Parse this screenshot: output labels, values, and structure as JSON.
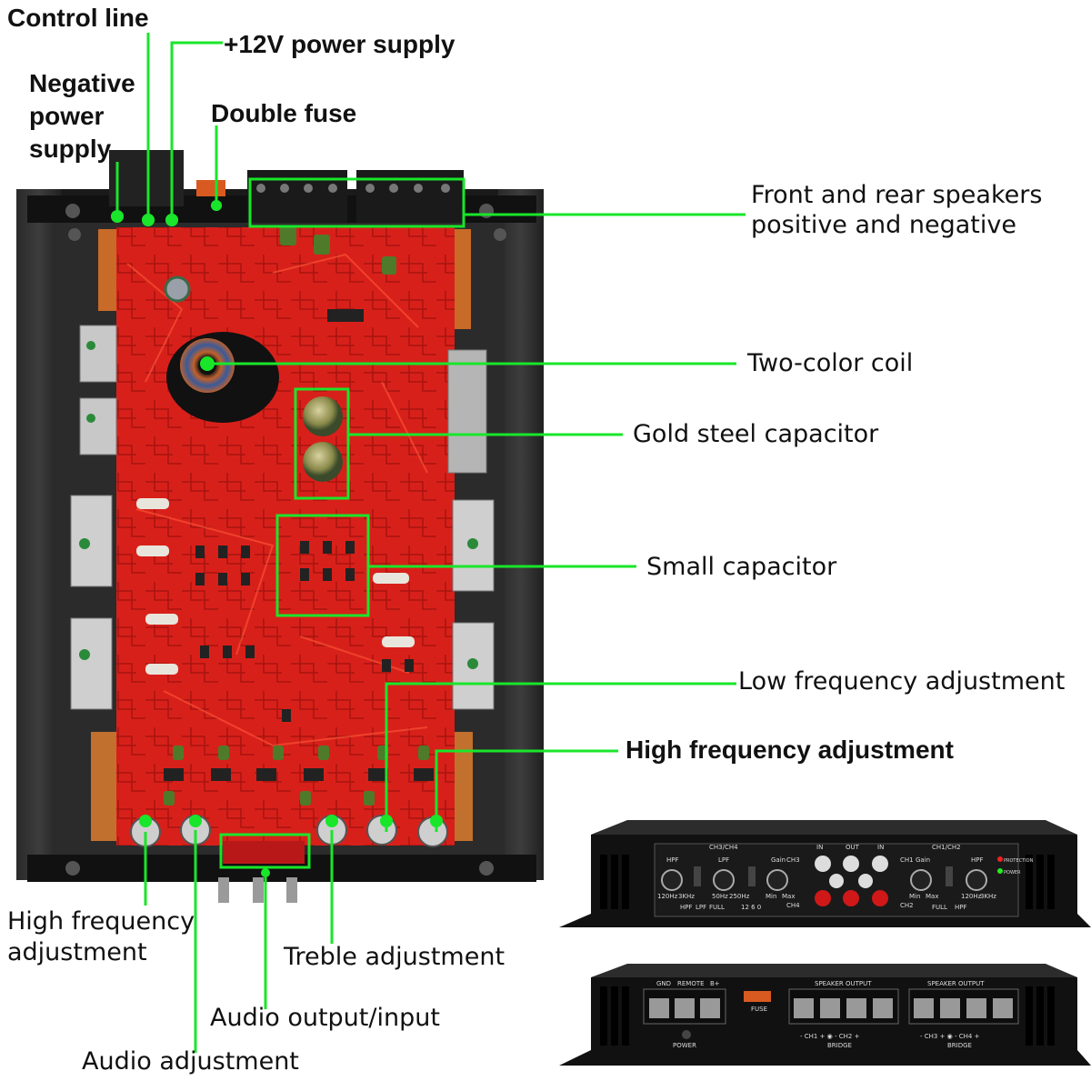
{
  "labels": {
    "control_line": "Control line",
    "power_12v": "+12V power supply",
    "negative_power": "Negative power supply",
    "double_fuse": "Double fuse",
    "speakers": "Front and rear speakers positive and negative",
    "coil": "Two-color coil",
    "gold_cap": "Gold steel capacitor",
    "small_cap": "Small capacitor",
    "low_freq": "Low frequency adjustment",
    "high_freq_right": "High frequency adjustment",
    "high_freq_left": "High frequency adjustment",
    "treble": "Treble adjustment",
    "audio_io": "Audio output/input",
    "audio_adj": "Audio adjustment"
  },
  "front_panel": {
    "group_left": "CH3/CH4",
    "group_right": "CH1/CH2",
    "in_label": "IN",
    "out_label": "OUT",
    "in_label2": "IN",
    "hpf": "HPF",
    "lpf": "LPF",
    "gain": "Gain",
    "ch3": "CH3",
    "ch4": "CH4",
    "ch1": "CH1",
    "ch2": "CH2",
    "protection": "PROTECTION",
    "power": "POWER",
    "min": "Min",
    "max": "Max",
    "full": "FULL",
    "hz120": "120Hz",
    "khz3": "3KHz",
    "hz50": "50Hz",
    "hz250": "250Hz",
    "bass_vals": "12  6  0"
  },
  "rear_panel": {
    "gnd": "GND",
    "remote": "REMOTE",
    "bplus": "B+",
    "fuse": "FUSE",
    "speaker_out_1": "SPEAKER OUTPUT",
    "speaker_out_2": "SPEAKER OUTPUT",
    "power": "POWER",
    "ch12": "- CH1 +  ◉  - CH2 +",
    "ch34": "- CH3 +  ◉  - CH4 +",
    "bridge1": "BRIDGE",
    "bridge2": "BRIDGE"
  },
  "colors": {
    "callout_green": "#19e62a",
    "pcb_red": "#d8201a",
    "chassis": "#1c1c1c"
  }
}
